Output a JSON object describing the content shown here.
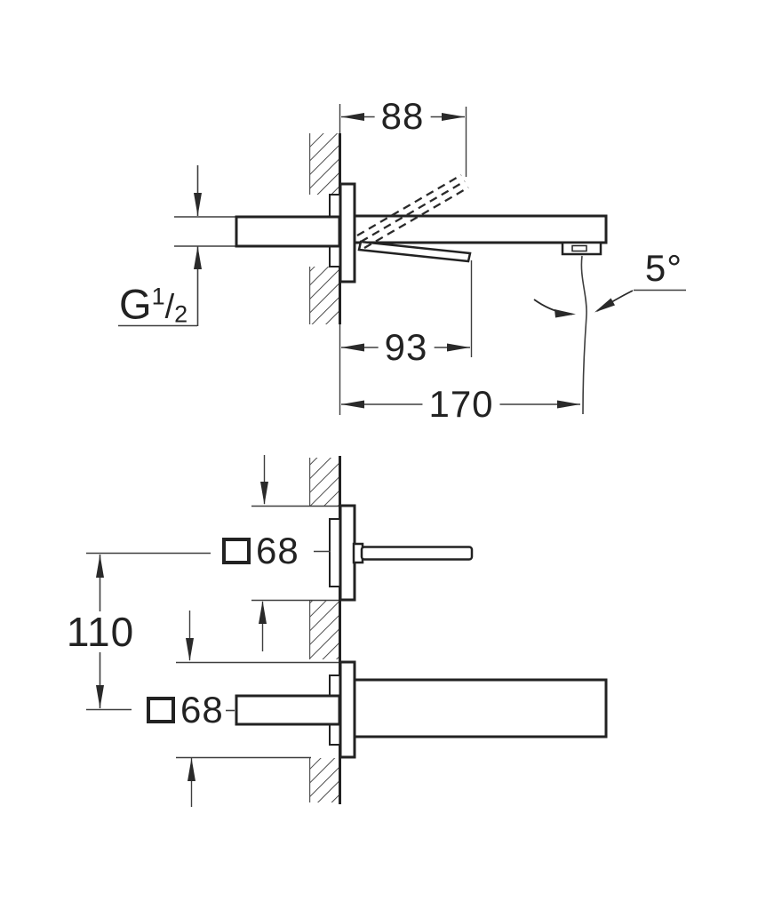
{
  "drawing": {
    "colors": {
      "object_line": "#222222",
      "dimension_line": "#3f3f3f",
      "background": "#ffffff"
    },
    "labels": {
      "d88": "88",
      "d93": "93",
      "d170": "170",
      "d110": "110",
      "d68_handle_plate": "68",
      "d68_spout_plate": "68",
      "angle": "5°",
      "thread": {
        "letter": "G",
        "numerator": "1",
        "slash": "/",
        "denominator": "2"
      }
    }
  }
}
